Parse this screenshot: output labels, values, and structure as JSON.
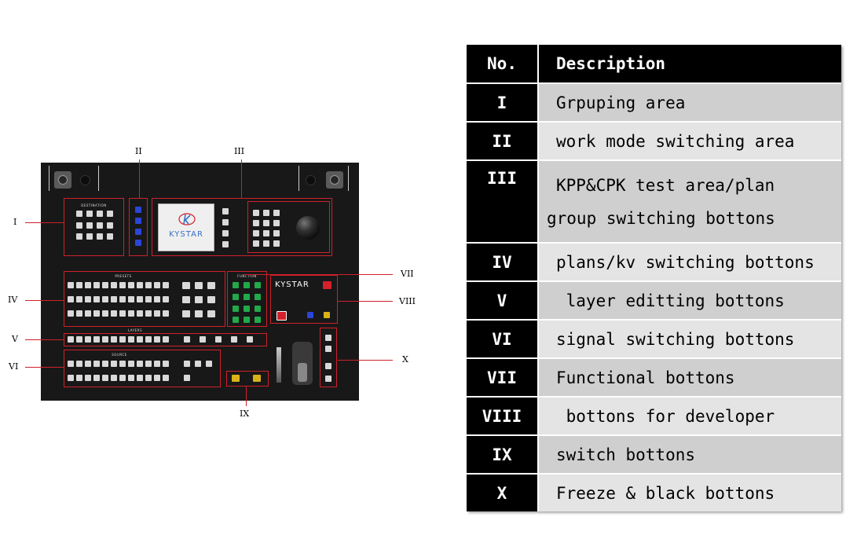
{
  "console": {
    "brand": "KYSTAR",
    "screen_brand": "KYSTAR",
    "section_labels": {
      "destination": "DESTINATION",
      "presets": "PRESETS",
      "function": "FUNCTION",
      "layers": "LAYERS",
      "source": "SOURCE"
    }
  },
  "callouts": [
    "I",
    "II",
    "III",
    "IV",
    "V",
    "VI",
    "VII",
    "VIII",
    "IX",
    "X"
  ],
  "table": {
    "header_no": "No.",
    "header_desc": "Description",
    "rows": [
      {
        "no": "I",
        "desc": "Grpuping area"
      },
      {
        "no": "II",
        "desc": "work mode switching area"
      },
      {
        "no": "III",
        "desc": "KPP&CPK test area/plan",
        "desc2": "group switching bottons"
      },
      {
        "no": "IV",
        "desc": "plans/kv switching bottons"
      },
      {
        "no": "V",
        "desc": " layer editting bottons"
      },
      {
        "no": "VI",
        "desc": "signal switching bottons"
      },
      {
        "no": "VII",
        "desc": "Functional bottons"
      },
      {
        "no": "VIII",
        "desc": " bottons for developer"
      },
      {
        "no": "IX",
        "desc": "switch bottons"
      },
      {
        "no": "X",
        "desc": "Freeze & black bottons"
      }
    ]
  },
  "colors": {
    "outline": "#d0202a",
    "blue_key": "#2a45d8",
    "green_key": "#22a94a",
    "yellow_key": "#d9b21a",
    "red_key": "#d4202c"
  }
}
